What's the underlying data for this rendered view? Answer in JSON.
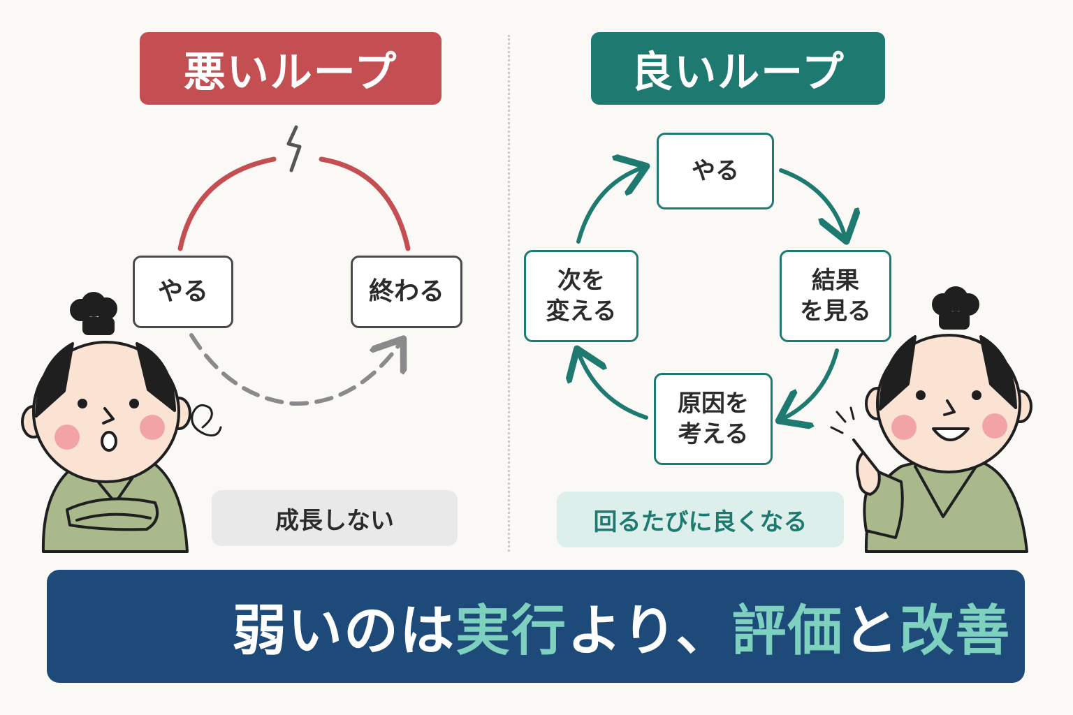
{
  "left_panel": {
    "title": "悪いループ",
    "node_do": "やる",
    "node_end": "終わる",
    "caption": "成長しない",
    "accent_color": "#c44f52"
  },
  "right_panel": {
    "title": "良いループ",
    "nodes": {
      "do": "やる",
      "see_results": "結果\nを見る",
      "think_causes": "原因を\n考える",
      "change_next": "次を\n変える"
    },
    "caption": "回るたびに良くなる",
    "accent_color": "#1e7a70"
  },
  "banner": {
    "part1": "弱いのは",
    "highlight1": "実行",
    "part2": "より、",
    "highlight2": "評価",
    "part3": "と",
    "highlight3": "改善",
    "background_color": "#1e4a7a",
    "highlight_color": "#7fd1bf",
    "icon": "lightbulb-icon"
  },
  "characters": {
    "left": "confused-samurai-arms-crossed",
    "right": "smiling-samurai-pointing"
  }
}
